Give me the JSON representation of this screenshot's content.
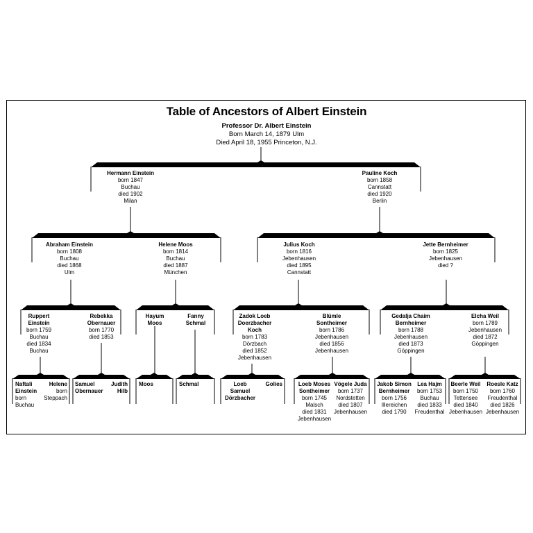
{
  "title": "Table of Ancestors of Albert Einstein",
  "subject": {
    "name": "Professor Dr. Albert Einstein",
    "born": "Born March 14, 1879 Ulm",
    "died": "Died April 18, 1955 Princeton, N.J."
  },
  "people": {
    "hermann": {
      "name": "Hermann Einstein",
      "lines": [
        "born 1847",
        "Buchau",
        "died 1902",
        "Milan"
      ]
    },
    "pauline": {
      "name": "Pauline Koch",
      "lines": [
        "born 1858",
        "Cannstatt",
        "died 1920",
        "Berlin"
      ]
    },
    "abraham": {
      "name": "Abraham Einstein",
      "lines": [
        "born 1808",
        "Buchau",
        "died 1868",
        "Ulm"
      ]
    },
    "helene_moos": {
      "name": "Helene Moos",
      "lines": [
        "born 1814",
        "Buchau",
        "died 1887",
        "München"
      ]
    },
    "julius": {
      "name": "Julius Koch",
      "lines": [
        "born 1816",
        "Jebenhausen",
        "died 1895",
        "Cannstatt"
      ]
    },
    "jette": {
      "name": "Jette Bernheimer",
      "lines": [
        "born 1825",
        "Jebenhausen",
        "died ?"
      ]
    },
    "ruppert": {
      "name": [
        "Ruppert",
        "Einstein"
      ],
      "lines": [
        "born 1759",
        "Buchau",
        "died 1834",
        "Buchau"
      ]
    },
    "rebekka": {
      "name": [
        "Rebekka",
        "Obernauer"
      ],
      "lines": [
        "born 1770",
        "died 1853"
      ]
    },
    "hayum": {
      "name": [
        "Hayum",
        "Moos"
      ],
      "lines": []
    },
    "fanny": {
      "name": [
        "Fanny",
        "Schmal"
      ],
      "lines": []
    },
    "zadok": {
      "name": [
        "Zadok Loeb",
        "Doerzbacher",
        "Koch"
      ],
      "lines": [
        "born 1783",
        "Dörzbach",
        "died 1852",
        "Jebenhausen"
      ]
    },
    "bluemle": {
      "name": [
        "Blümle",
        "Sontheimer"
      ],
      "lines": [
        "born 1786",
        "Jebenhausen",
        "died 1856",
        "Jebenhausen"
      ]
    },
    "gedalja": {
      "name": [
        "Gedalja Chaim",
        "Bernheimer"
      ],
      "lines": [
        "born 1788",
        "Jebenhausen",
        "died 1873",
        "Göppingen"
      ]
    },
    "elcha": {
      "name": "Elcha Weil",
      "lines": [
        "born 1789",
        "Jebenhausen",
        "died 1872",
        "Göppingen"
      ]
    },
    "naftali": {
      "name": [
        "Naftali",
        "Einstein"
      ],
      "lines": [
        "born",
        "Buchau"
      ]
    },
    "helene_steppach": {
      "name": "Helene",
      "lines": [
        "born",
        "Steppach"
      ]
    },
    "samuel_obernauer": {
      "name": [
        "Samuel",
        "Obernauer"
      ],
      "lines": []
    },
    "judith": {
      "name": [
        "Judith",
        "Hilb"
      ],
      "lines": []
    },
    "moos": {
      "name": "Moos",
      "lines": []
    },
    "schmal": {
      "name": "Schmal",
      "lines": []
    },
    "loeb_samuel": {
      "name": [
        "Loeb",
        "Samuel",
        "Dörzbacher"
      ],
      "lines": []
    },
    "golies": {
      "name": "Golies",
      "lines": []
    },
    "loeb_moses": {
      "name": [
        "Loeb Moses",
        "Sontheimer"
      ],
      "lines": [
        "born 1745",
        "Malsch",
        "died 1831",
        "Jebenhausen"
      ]
    },
    "voegele": {
      "name": "Vögele Juda",
      "lines": [
        "born 1737",
        "Nordstetten",
        "died 1807",
        "Jebenhausen"
      ]
    },
    "jakob_simon": {
      "name": [
        "Jakob Simon",
        "Bernheimer"
      ],
      "lines": [
        "born 1756",
        "Illereichen",
        "died 1790"
      ]
    },
    "lea": {
      "name": "Lea Hajm",
      "lines": [
        "born 1753",
        "Buchau",
        "died 1833",
        "Freudenthal"
      ]
    },
    "beerle": {
      "name": "Beerle Weil",
      "lines": [
        "born 1750",
        "Tettensee",
        "died 1840",
        "Jebenhausen"
      ]
    },
    "roesle": {
      "name": "Roesle Katz",
      "lines": [
        "born 1760",
        "Freudenthal",
        "died 1826",
        "Jebenhausen"
      ]
    }
  }
}
